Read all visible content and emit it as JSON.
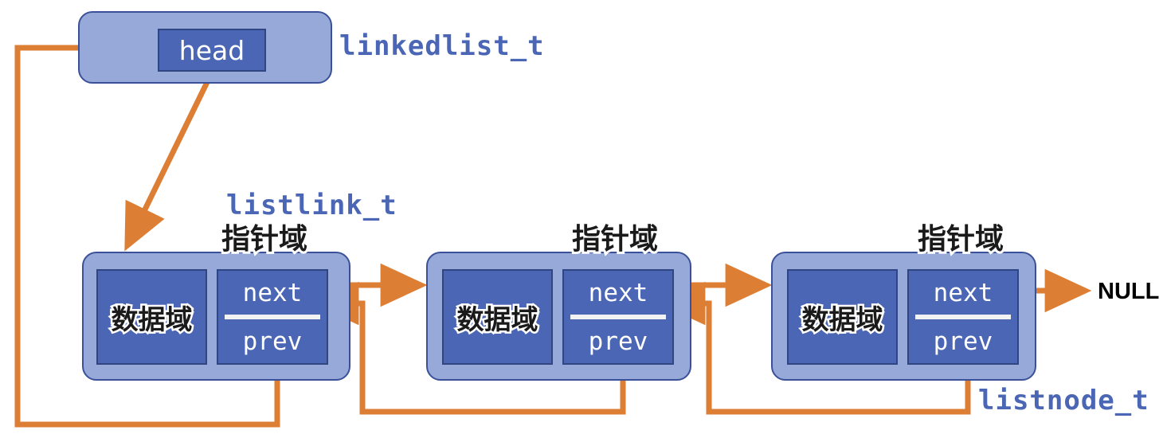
{
  "diagram": {
    "title_labels": {
      "linkedlist": "linkedlist_t",
      "listlink": "listlink_t",
      "listnode": "listnode_t",
      "null": "NULL"
    },
    "colors": {
      "outer_box_fill": "#97a9d8",
      "outer_box_stroke": "#3a5199",
      "inner_box_fill": "#4a66b4",
      "inner_box_stroke": "#2f4682",
      "arrow": "#dd7e35",
      "type_label": "#4a66b4",
      "field_text": "#ffffff",
      "cjk_label": "#1a1a1a",
      "null_text": "#000000"
    },
    "head_struct": {
      "field_label": "head",
      "type_label": "linkedlist_t"
    },
    "nodes": [
      {
        "data_field_label": "数据域",
        "pointer_field_label": "指针域",
        "next_label": "next",
        "prev_label": "prev"
      },
      {
        "data_field_label": "数据域",
        "pointer_field_label": "指针域",
        "next_label": "next",
        "prev_label": "prev"
      },
      {
        "data_field_label": "数据域",
        "pointer_field_label": "指针域",
        "next_label": "next",
        "prev_label": "prev"
      }
    ],
    "annotations": {
      "listlink_note": "listlink_t",
      "listnode_note": "listnode_t",
      "tail_next_target": "NULL"
    }
  }
}
